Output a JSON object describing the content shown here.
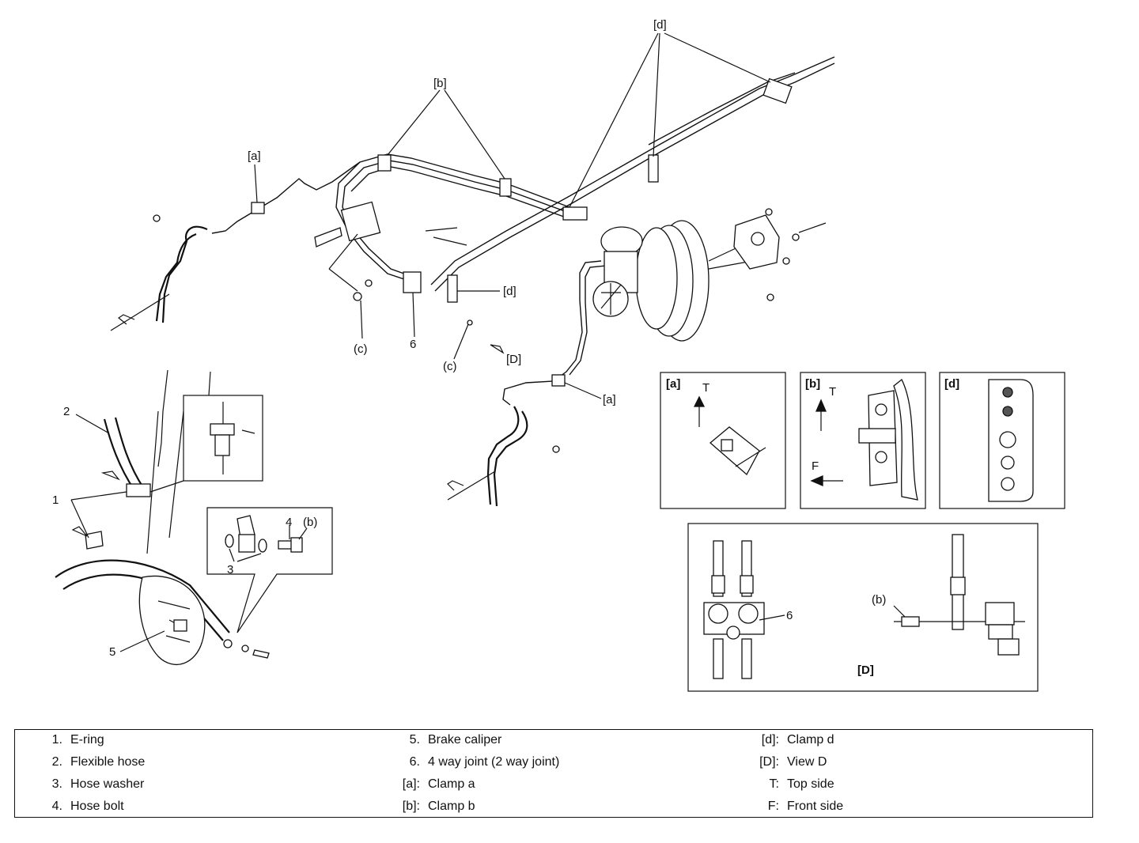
{
  "callouts": {
    "a_top": "[a]",
    "a_right": "[a]",
    "b_top": "[b]",
    "d_top": "[d]",
    "d_mid": "[d]",
    "c_left": "(c)",
    "c_right": "(c)",
    "six_top": "6",
    "D_view": "[D]",
    "one": "1",
    "two": "2",
    "three": "3",
    "four": "4",
    "b_bolt": "(b)",
    "five": "5"
  },
  "detail_a": {
    "title": "[a]",
    "top_mark": "T"
  },
  "detail_b": {
    "title": "[b]",
    "top_mark": "T",
    "front_mark": "F"
  },
  "detail_d": {
    "title": "[d]"
  },
  "view_D": {
    "title": "[D]",
    "joint_label": "6",
    "bolt_label": "(b)"
  },
  "legend": [
    {
      "key": "1.",
      "value": "E-ring"
    },
    {
      "key": "2.",
      "value": "Flexible hose"
    },
    {
      "key": "3.",
      "value": "Hose washer"
    },
    {
      "key": "4.",
      "value": "Hose bolt"
    },
    {
      "key": "5.",
      "value": "Brake caliper"
    },
    {
      "key": "6.",
      "value": "4 way joint (2 way joint)"
    },
    {
      "key": "[a]:",
      "value": "Clamp a"
    },
    {
      "key": "[b]:",
      "value": "Clamp b"
    },
    {
      "key": "[d]:",
      "value": "Clamp d"
    },
    {
      "key": "[D]:",
      "value": "View D"
    },
    {
      "key": "T:",
      "value": "Top side"
    },
    {
      "key": "F:",
      "value": "Front side"
    }
  ]
}
